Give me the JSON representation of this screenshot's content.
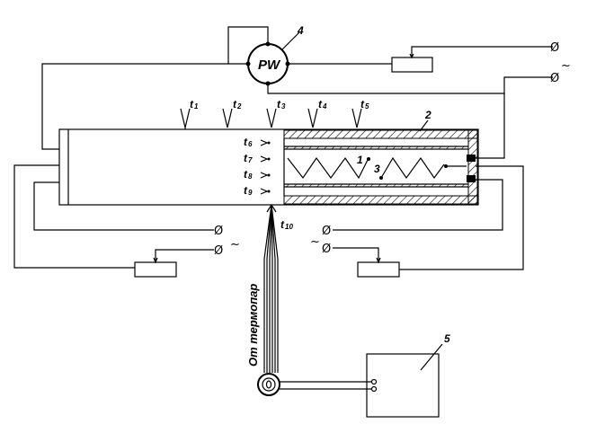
{
  "labels": {
    "num1": "1",
    "num2": "2",
    "num3": "3",
    "num4": "4",
    "num5": "5",
    "t1": "1",
    "t2": "2",
    "t3": "3",
    "t4": "4",
    "t5": "5",
    "t6": "6",
    "t7": "7",
    "t8": "8",
    "t9": "9",
    "t10": "10",
    "t_base": "t",
    "wattmeter": "PW",
    "phi": "Ø",
    "ac": "~",
    "thermocouple_caption": "От термопар"
  }
}
